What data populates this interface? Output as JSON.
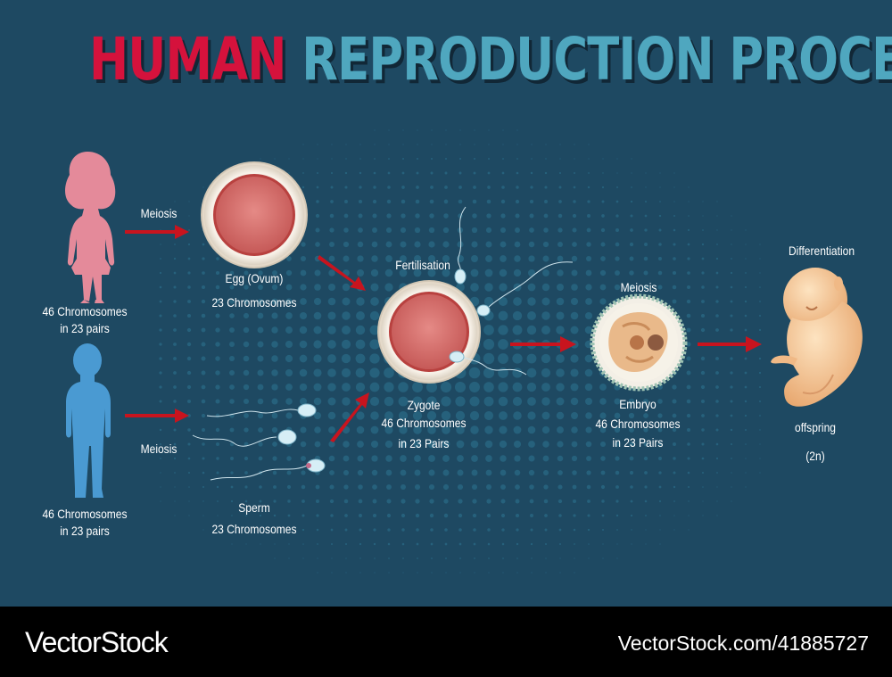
{
  "title": {
    "part1": "HUMAN",
    "part2": "REPRODUCTION PROCESS"
  },
  "labels": {
    "female_meiosis": "Meiosis",
    "female_chromosomes": "46 Chromosomes",
    "female_pairs": "in 23 pairs",
    "male_meiosis": "Meiosis",
    "male_chromosomes": "46 Chromosomes",
    "male_pairs": "in 23 pairs",
    "egg_name": "Egg (Ovum)",
    "egg_chromosomes": "23 Chromosomes",
    "sperm_name": "Sperm",
    "sperm_chromosomes": "23 Chromosomes",
    "fertilisation": "Fertilisation",
    "zygote_name": "Zygote",
    "zygote_chromosomes": "46 Chromosomes",
    "zygote_pairs": "in 23 Pairs",
    "embryo_meiosis": "Meiosis",
    "embryo_name": "Embryo",
    "embryo_chromosomes": "46 Chromosomes",
    "embryo_pairs": "in 23 Pairs",
    "differentiation": "Differentiation",
    "offspring": "offspring",
    "offspring_ploidy": "(2n)"
  },
  "footer": {
    "brand": "VectorStock",
    "credit": "VectorStock.com/41885727"
  },
  "colors": {
    "background": "#1e4962",
    "title_red": "#d5123c",
    "title_teal": "#4fa7bf",
    "arrow": "#c8141e",
    "female_figure": "#e48a9a",
    "male_figure": "#4a9ad2",
    "cell": "#d9706e",
    "fetus": "#f5c998"
  }
}
